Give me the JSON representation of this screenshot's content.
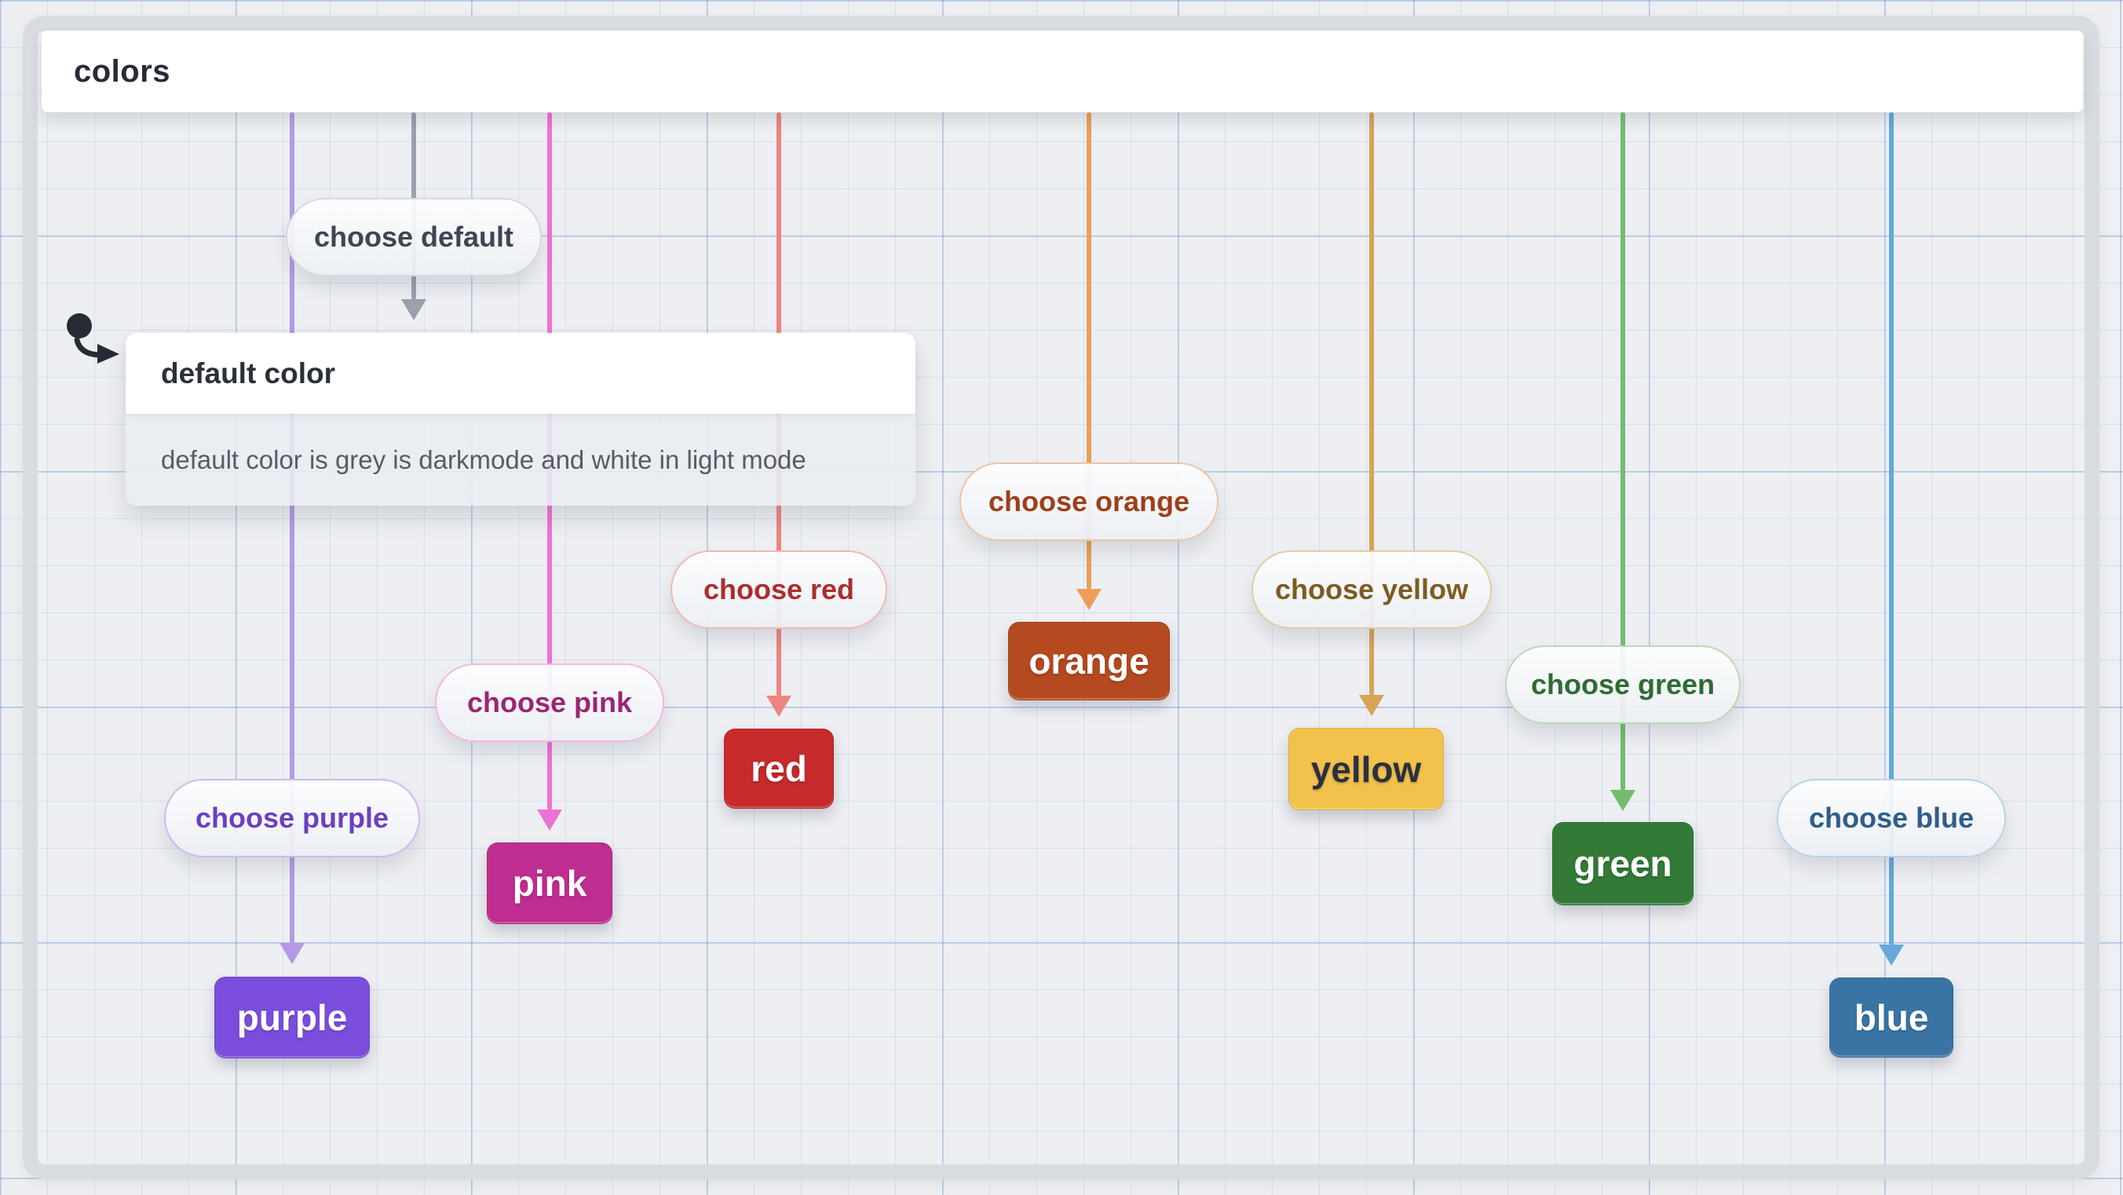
{
  "theme": {
    "canvas_bg": "#edeff2",
    "grid_minor": "rgba(120,160,215,0.20)",
    "grid_major": "rgba(120,160,215,0.36)",
    "frame_color": "#d8dce1",
    "header_bg": "#ffffff",
    "header_text": "#262b36"
  },
  "header": {
    "title": "colors"
  },
  "note_card": {
    "title": "default color",
    "body": "default color is grey is darkmode and white in light mode"
  },
  "lanes": [
    {
      "id": "default",
      "pill_label": "choose default",
      "colors": {
        "line": "#9aa0ac",
        "pill_text": "#3f4552",
        "pill_border": "#d6d8df"
      }
    },
    {
      "id": "purple",
      "pill_label": "choose purple",
      "box_label": "purple",
      "colors": {
        "line": "#b49ae6",
        "pill_text": "#6b3fc0",
        "pill_border": "#cdb9ef",
        "box_bg": "#7a4ddd",
        "box_text": "#ffffff"
      }
    },
    {
      "id": "pink",
      "pill_label": "choose pink",
      "box_label": "pink",
      "colors": {
        "line": "#ee72d4",
        "pill_text": "#9c2573",
        "pill_border": "#f5b5e3",
        "box_bg": "#bf2d90",
        "box_text": "#ffffff"
      }
    },
    {
      "id": "red",
      "pill_label": "choose red",
      "box_label": "red",
      "colors": {
        "line": "#ec8581",
        "pill_text": "#ad2d2d",
        "pill_border": "#f2b7b4",
        "box_bg": "#c62a2a",
        "box_text": "#ffffff"
      }
    },
    {
      "id": "orange",
      "pill_label": "choose orange",
      "box_label": "orange",
      "colors": {
        "line": "#eb9e58",
        "pill_text": "#9e3f1a",
        "pill_border": "#eec4a4",
        "box_bg": "#b5491f",
        "box_text": "#ffffff"
      }
    },
    {
      "id": "yellow",
      "pill_label": "choose yellow",
      "box_label": "yellow",
      "colors": {
        "line": "#d8a355",
        "pill_text": "#7d5c20",
        "pill_border": "#e3cda0",
        "box_bg": "#f2c24c",
        "box_text": "#2b3040"
      }
    },
    {
      "id": "green",
      "pill_label": "choose green",
      "box_label": "green",
      "colors": {
        "line": "#74bd70",
        "pill_text": "#2e6b33",
        "pill_border": "#bcd9b8",
        "box_bg": "#337a36",
        "box_text": "#ffffff"
      }
    },
    {
      "id": "blue",
      "pill_label": "choose blue",
      "box_label": "blue",
      "colors": {
        "line": "#64a9d9",
        "pill_text": "#2f5d8a",
        "pill_border": "#b7d4ea",
        "box_bg": "#3a74a4",
        "box_text": "#ffffff"
      }
    }
  ]
}
